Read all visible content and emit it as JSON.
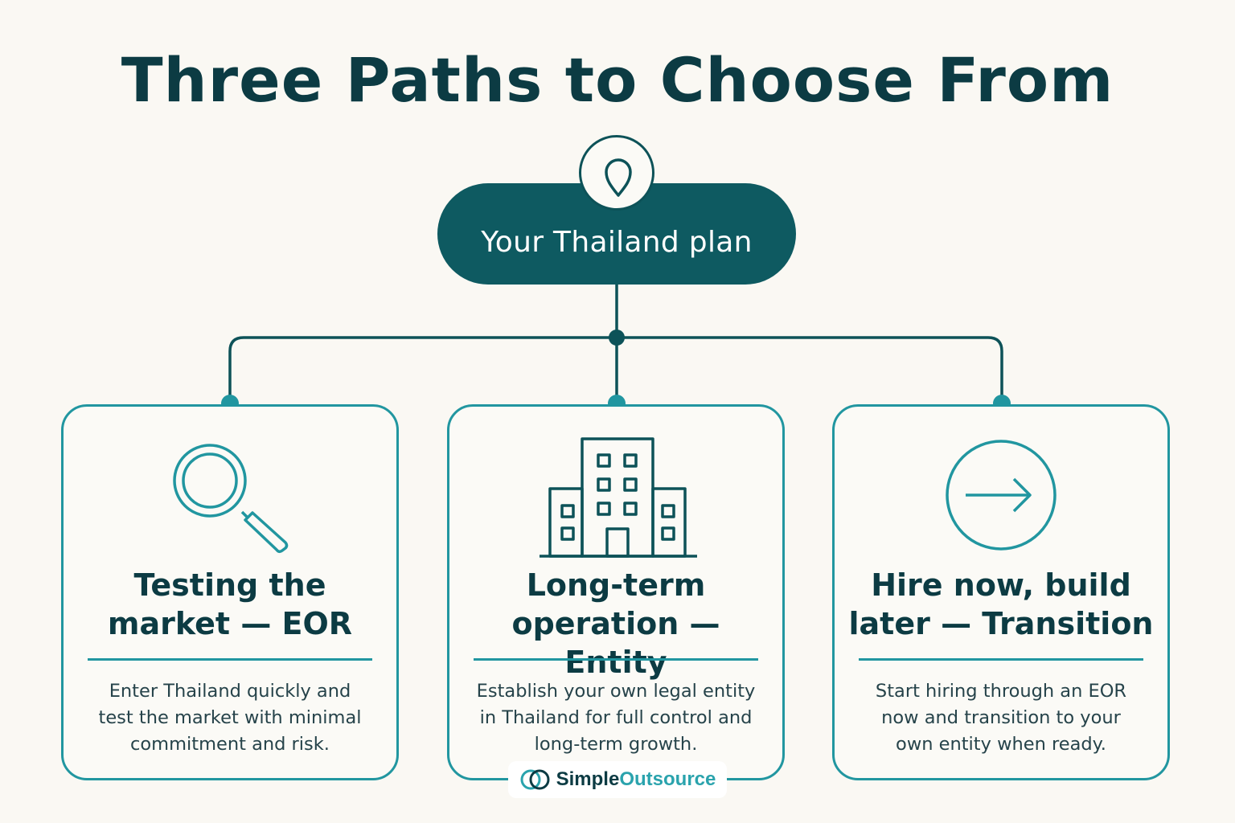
{
  "title": "Three Paths to Choose From",
  "root": {
    "label": "Your Thailand plan",
    "icon": "map-pin-icon"
  },
  "paths": [
    {
      "icon": "magnifying-glass-icon",
      "title_line1": "Testing the",
      "title_line2": "market — EOR",
      "desc_line1": "Enter Thailand quickly and",
      "desc_line2": "test the market with minimal",
      "desc_line3": "commitment and risk."
    },
    {
      "icon": "building-icon",
      "title_line1": "Long-term",
      "title_line2": "operation — Entity",
      "desc_line1": "Establish your own legal entity",
      "desc_line2": "in Thailand for full control and",
      "desc_line3": "long-term growth."
    },
    {
      "icon": "arrow-right-circle-icon",
      "title_line1": "Hire now, build",
      "title_line2": "later — Transition",
      "desc_line1": "Start hiring through an EOR",
      "desc_line2": "now and transition to your",
      "desc_line3": "own entity when ready."
    }
  ],
  "logo": {
    "part1": "Simple",
    "part2": "Outsource"
  },
  "colors": {
    "background": "#faf8f3",
    "dark_teal": "#0e5a61",
    "accent_teal": "#2196a0",
    "text": "#0c3b43"
  }
}
